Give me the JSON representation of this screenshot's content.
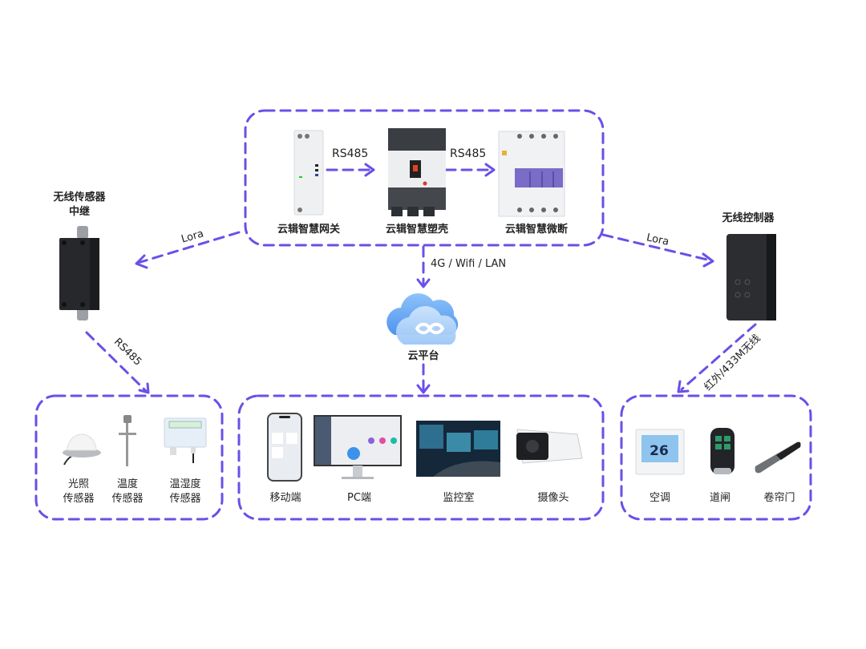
{
  "colors": {
    "accent": "#6B4FE8",
    "text": "#222222"
  },
  "top_group": {
    "devices": [
      {
        "label": "云辑智慧网关",
        "icon": "gateway-module-icon"
      },
      {
        "label": "云辑智慧塑壳",
        "icon": "molded-case-breaker-icon"
      },
      {
        "label": "云辑智慧微断",
        "icon": "miniature-breaker-icon"
      }
    ],
    "links": [
      "RS485",
      "RS485"
    ]
  },
  "relay": {
    "title_line1": "无线传感器",
    "title_line2": "中继",
    "link_in": "Lora",
    "link_out": "RS485"
  },
  "controller": {
    "title": "无线控制器",
    "link_in": "Lora",
    "link_out": "红外/433M无线"
  },
  "cloud": {
    "label": "云平台",
    "link_in": "4G / Wifi / LAN"
  },
  "sensors": [
    {
      "line1": "光照",
      "line2": "传感器"
    },
    {
      "line1": "温度",
      "line2": "传感器"
    },
    {
      "line1": "温湿度",
      "line2": "传感器"
    }
  ],
  "clients": [
    {
      "label": "移动端"
    },
    {
      "label": "PC端"
    },
    {
      "label": "监控室"
    },
    {
      "label": "摄像头"
    }
  ],
  "controlled": [
    {
      "label": "空调",
      "display": "26"
    },
    {
      "label": "道闸"
    },
    {
      "label": "卷帘门"
    }
  ]
}
